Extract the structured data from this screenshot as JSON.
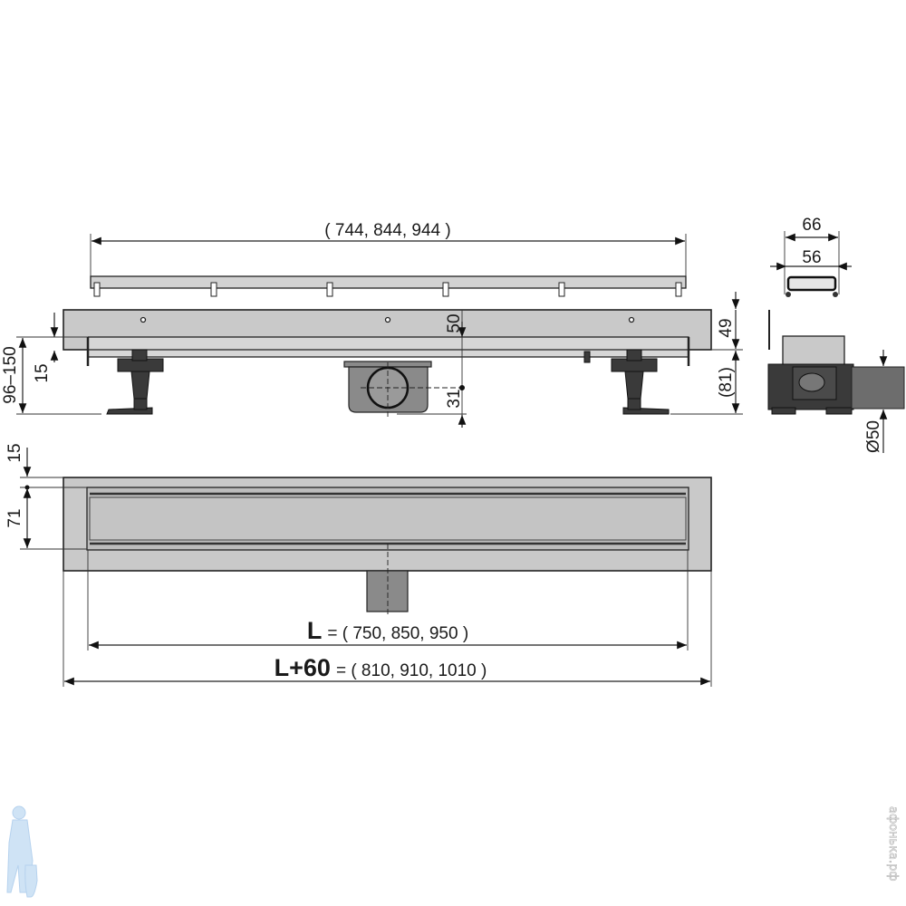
{
  "dimensions": {
    "grate_length": "( 744, 844, 944 )",
    "end_width_outer": "66",
    "end_width_inner": "56",
    "height_range": "96–150",
    "flange_height_side": "15",
    "outlet_offset": "50",
    "outlet_center": "31",
    "body_height": "49",
    "outlet_height": "(81)",
    "pipe_diameter": "Ø50",
    "plan_flange": "15",
    "plan_width": "71",
    "length_symbol": "L",
    "length_values": "= ( 750, 850, 950 )",
    "total_length_symbol": "L+60",
    "total_length_values": "= ( 810, 910, 1010 )"
  },
  "colors": {
    "body": "#c9c9c9",
    "dark": "#3a3a3a",
    "watermark": "#cfe3f5"
  },
  "watermark": {
    "text": "афонька.рф"
  }
}
